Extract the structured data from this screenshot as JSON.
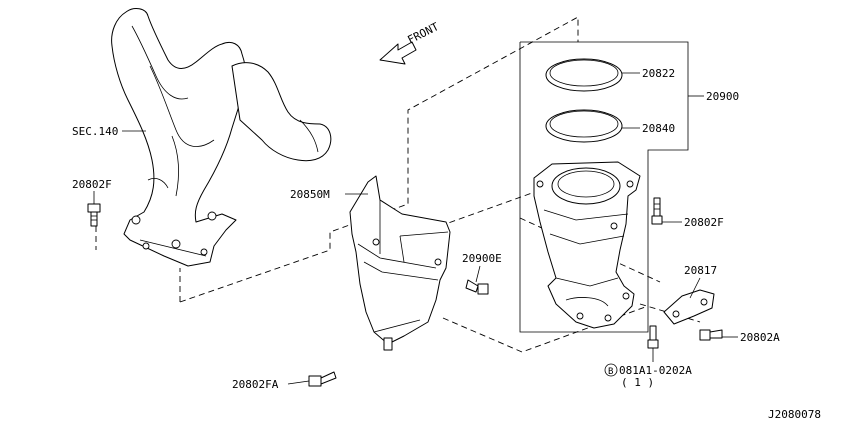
{
  "diagram": {
    "front_label": "FRONT",
    "labels": {
      "sec140": "SEC.140",
      "p20802F_left": "20802F",
      "p20850M": "20850M",
      "p20900E": "20900E",
      "p20822": "20822",
      "p20840": "20840",
      "p20900": "20900",
      "p20802F_right": "20802F",
      "p20817": "20817",
      "p20802A": "20802A",
      "p081A1_circle": "B",
      "p081A1": "081A1-0202A",
      "p081A1_qty": "( 1 )",
      "p20802FA": "20802FA"
    },
    "figure_code": "J2080078"
  }
}
